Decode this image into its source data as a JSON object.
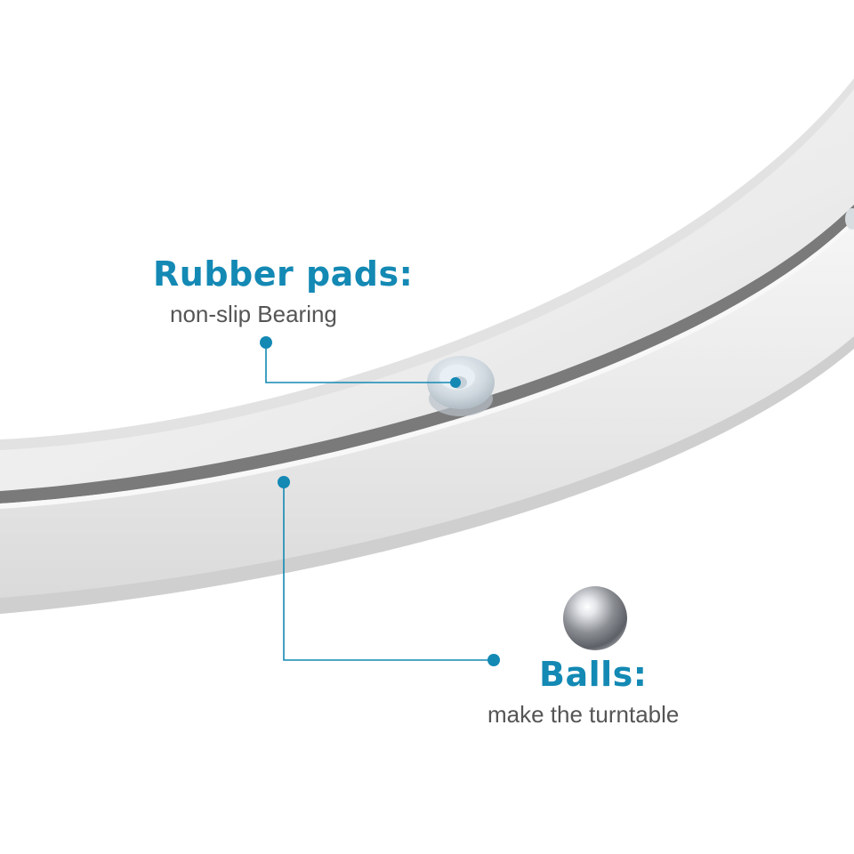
{
  "callouts": {
    "rubber_pads": {
      "title": "Rubber pads:",
      "subtitle": "non-slip Bearing"
    },
    "balls": {
      "title": "Balls:",
      "subtitle": "make the turntable"
    }
  },
  "colors": {
    "accent": "#1389b4",
    "subtitle": "#555555",
    "background": "#ffffff",
    "ring_light": "#f3f3f3",
    "ring_mid": "#dddddd",
    "ring_shadow": "#c8c8c8",
    "groove": "#5a5a5a"
  },
  "icons": {
    "pad": "rubber-pad-icon",
    "ball": "steel-ball-icon"
  }
}
